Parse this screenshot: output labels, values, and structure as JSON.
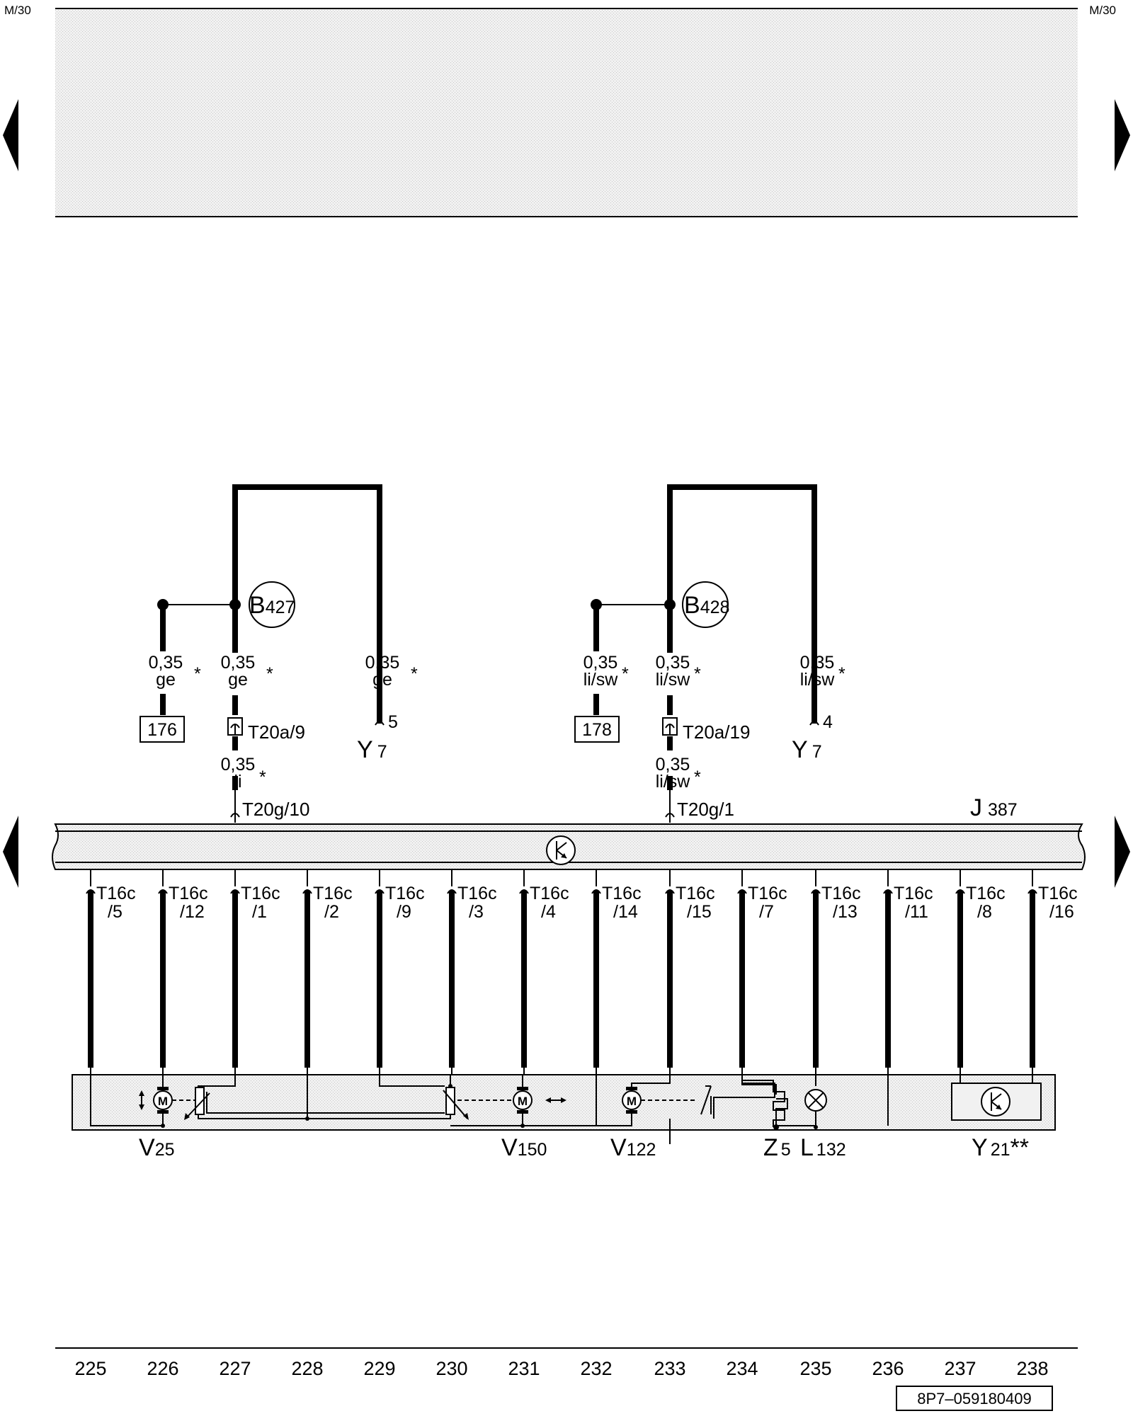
{
  "page": {
    "corner_left": "M/30",
    "corner_right": "M/30",
    "doc_code": "8P7–059180409",
    "nav": {
      "prev_icon": "left-triangle-icon",
      "next_icon": "right-triangle-icon"
    }
  },
  "splices": [
    {
      "id": "B427",
      "letter": "B",
      "number": "427"
    },
    {
      "id": "B428",
      "letter": "B",
      "number": "428"
    }
  ],
  "wires": {
    "w176": {
      "size": "0,35",
      "color": "ge",
      "mark": "*"
    },
    "wB427_down": {
      "size": "0,35",
      "color": "ge",
      "mark": "*"
    },
    "wY7_5": {
      "size": "0,35",
      "color": "ge",
      "mark": "*"
    },
    "wT20g10": {
      "size": "0,35",
      "color": "li",
      "mark": "*"
    },
    "w178": {
      "size": "0,35",
      "color": "li/sw",
      "mark": "*"
    },
    "wB428_down": {
      "size": "0,35",
      "color": "li/sw",
      "mark": "*"
    },
    "wY7_4": {
      "size": "0,35",
      "color": "li/sw",
      "mark": "*"
    },
    "wT20g1": {
      "size": "0,35",
      "color": "li/sw",
      "mark": "*"
    }
  },
  "references": {
    "ref176": "176",
    "ref178": "178"
  },
  "connectors": {
    "t20a9": "T20a/9",
    "t20a19": "T20a/19",
    "t20g10": "T20g/10",
    "t20g1": "T20g/1",
    "y7a_pin": "5",
    "y7b_pin": "4"
  },
  "components": {
    "J387": {
      "letter": "J",
      "number": "387"
    },
    "Y7a": {
      "letter": "Y",
      "number": "7"
    },
    "Y7b": {
      "letter": "Y",
      "number": "7"
    },
    "V25": {
      "letter": "V",
      "number": "25"
    },
    "V150": {
      "letter": "V",
      "number": "150"
    },
    "V122": {
      "letter": "V",
      "number": "122"
    },
    "Z5": {
      "letter": "Z",
      "number": "5"
    },
    "L132": {
      "letter": "L",
      "number": "132"
    },
    "Y21": {
      "letter": "Y",
      "number": "21",
      "mark": "**"
    }
  },
  "pins": [
    {
      "conn": "T16c",
      "pin": "/5"
    },
    {
      "conn": "T16c",
      "pin": "/12"
    },
    {
      "conn": "T16c",
      "pin": "/1"
    },
    {
      "conn": "T16c",
      "pin": "/2"
    },
    {
      "conn": "T16c",
      "pin": "/9"
    },
    {
      "conn": "T16c",
      "pin": "/3"
    },
    {
      "conn": "T16c",
      "pin": "/4"
    },
    {
      "conn": "T16c",
      "pin": "/14"
    },
    {
      "conn": "T16c",
      "pin": "/15"
    },
    {
      "conn": "T16c",
      "pin": "/7"
    },
    {
      "conn": "T16c",
      "pin": "/13"
    },
    {
      "conn": "T16c",
      "pin": "/11"
    },
    {
      "conn": "T16c",
      "pin": "/8"
    },
    {
      "conn": "T16c",
      "pin": "/16"
    }
  ],
  "tracks": [
    "225",
    "226",
    "227",
    "228",
    "229",
    "230",
    "231",
    "232",
    "233",
    "234",
    "235",
    "236",
    "237",
    "238"
  ]
}
